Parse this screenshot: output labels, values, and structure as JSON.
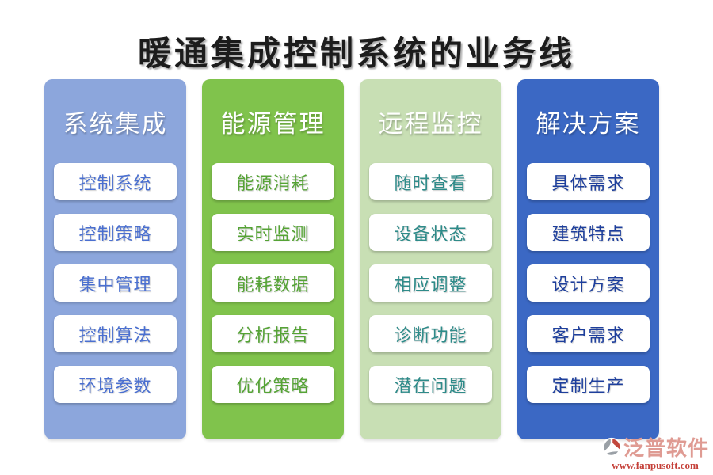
{
  "title": "暖通集成控制系统的业务线",
  "columns": [
    {
      "header": "系统集成",
      "bg_color": "#8ca6dc",
      "item_text_color": "#4a6fd0",
      "items": [
        "控制系统",
        "控制策略",
        "集中管理",
        "控制算法",
        "环境参数"
      ]
    },
    {
      "header": "能源管理",
      "bg_color": "#80c34c",
      "item_text_color": "#55a335",
      "items": [
        "能源消耗",
        "实时监测",
        "能耗数据",
        "分析报告",
        "优化策略"
      ]
    },
    {
      "header": "远程监控",
      "bg_color": "#c8dfb4",
      "item_text_color": "#2e8b89",
      "items": [
        "随时查看",
        "设备状态",
        "相应调整",
        "诊断功能",
        "潜在问题"
      ]
    },
    {
      "header": "解决方案",
      "bg_color": "#3b68c4",
      "item_text_color": "#1e3f9c",
      "items": [
        "具体需求",
        "建筑特点",
        "设计方案",
        "客户需求",
        "定制生产"
      ]
    }
  ],
  "watermark": {
    "brand": "泛普软件",
    "url": "www.fanpusoft.com",
    "brand_color": "#df9b93",
    "url_color": "#c5413a"
  }
}
